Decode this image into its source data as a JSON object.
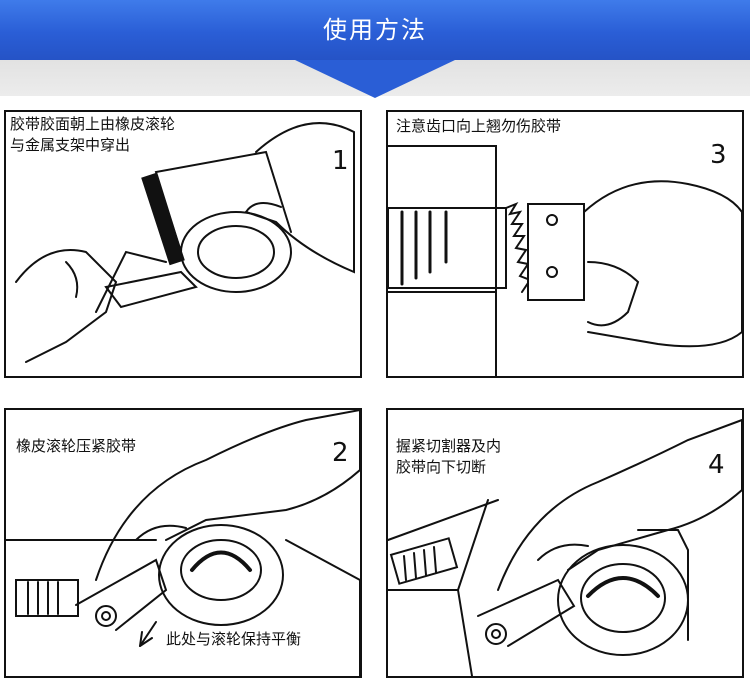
{
  "header": {
    "title": "使用方法"
  },
  "steps": [
    {
      "number": "1",
      "caption": "胶带胶面朝上由橡皮滚轮\n与金属支架中穿出"
    },
    {
      "number": "2",
      "caption": "橡皮滚轮压紧胶带",
      "note": "此处与滚轮保持平衡"
    },
    {
      "number": "3",
      "caption": "注意齿口向上翘勿伤胶带"
    },
    {
      "number": "4",
      "caption": "握紧切割器及内\n胶带向下切断"
    }
  ],
  "colors": {
    "banner": "#2a5ed6",
    "strip": "#e6e6e6",
    "line": "#111111"
  }
}
